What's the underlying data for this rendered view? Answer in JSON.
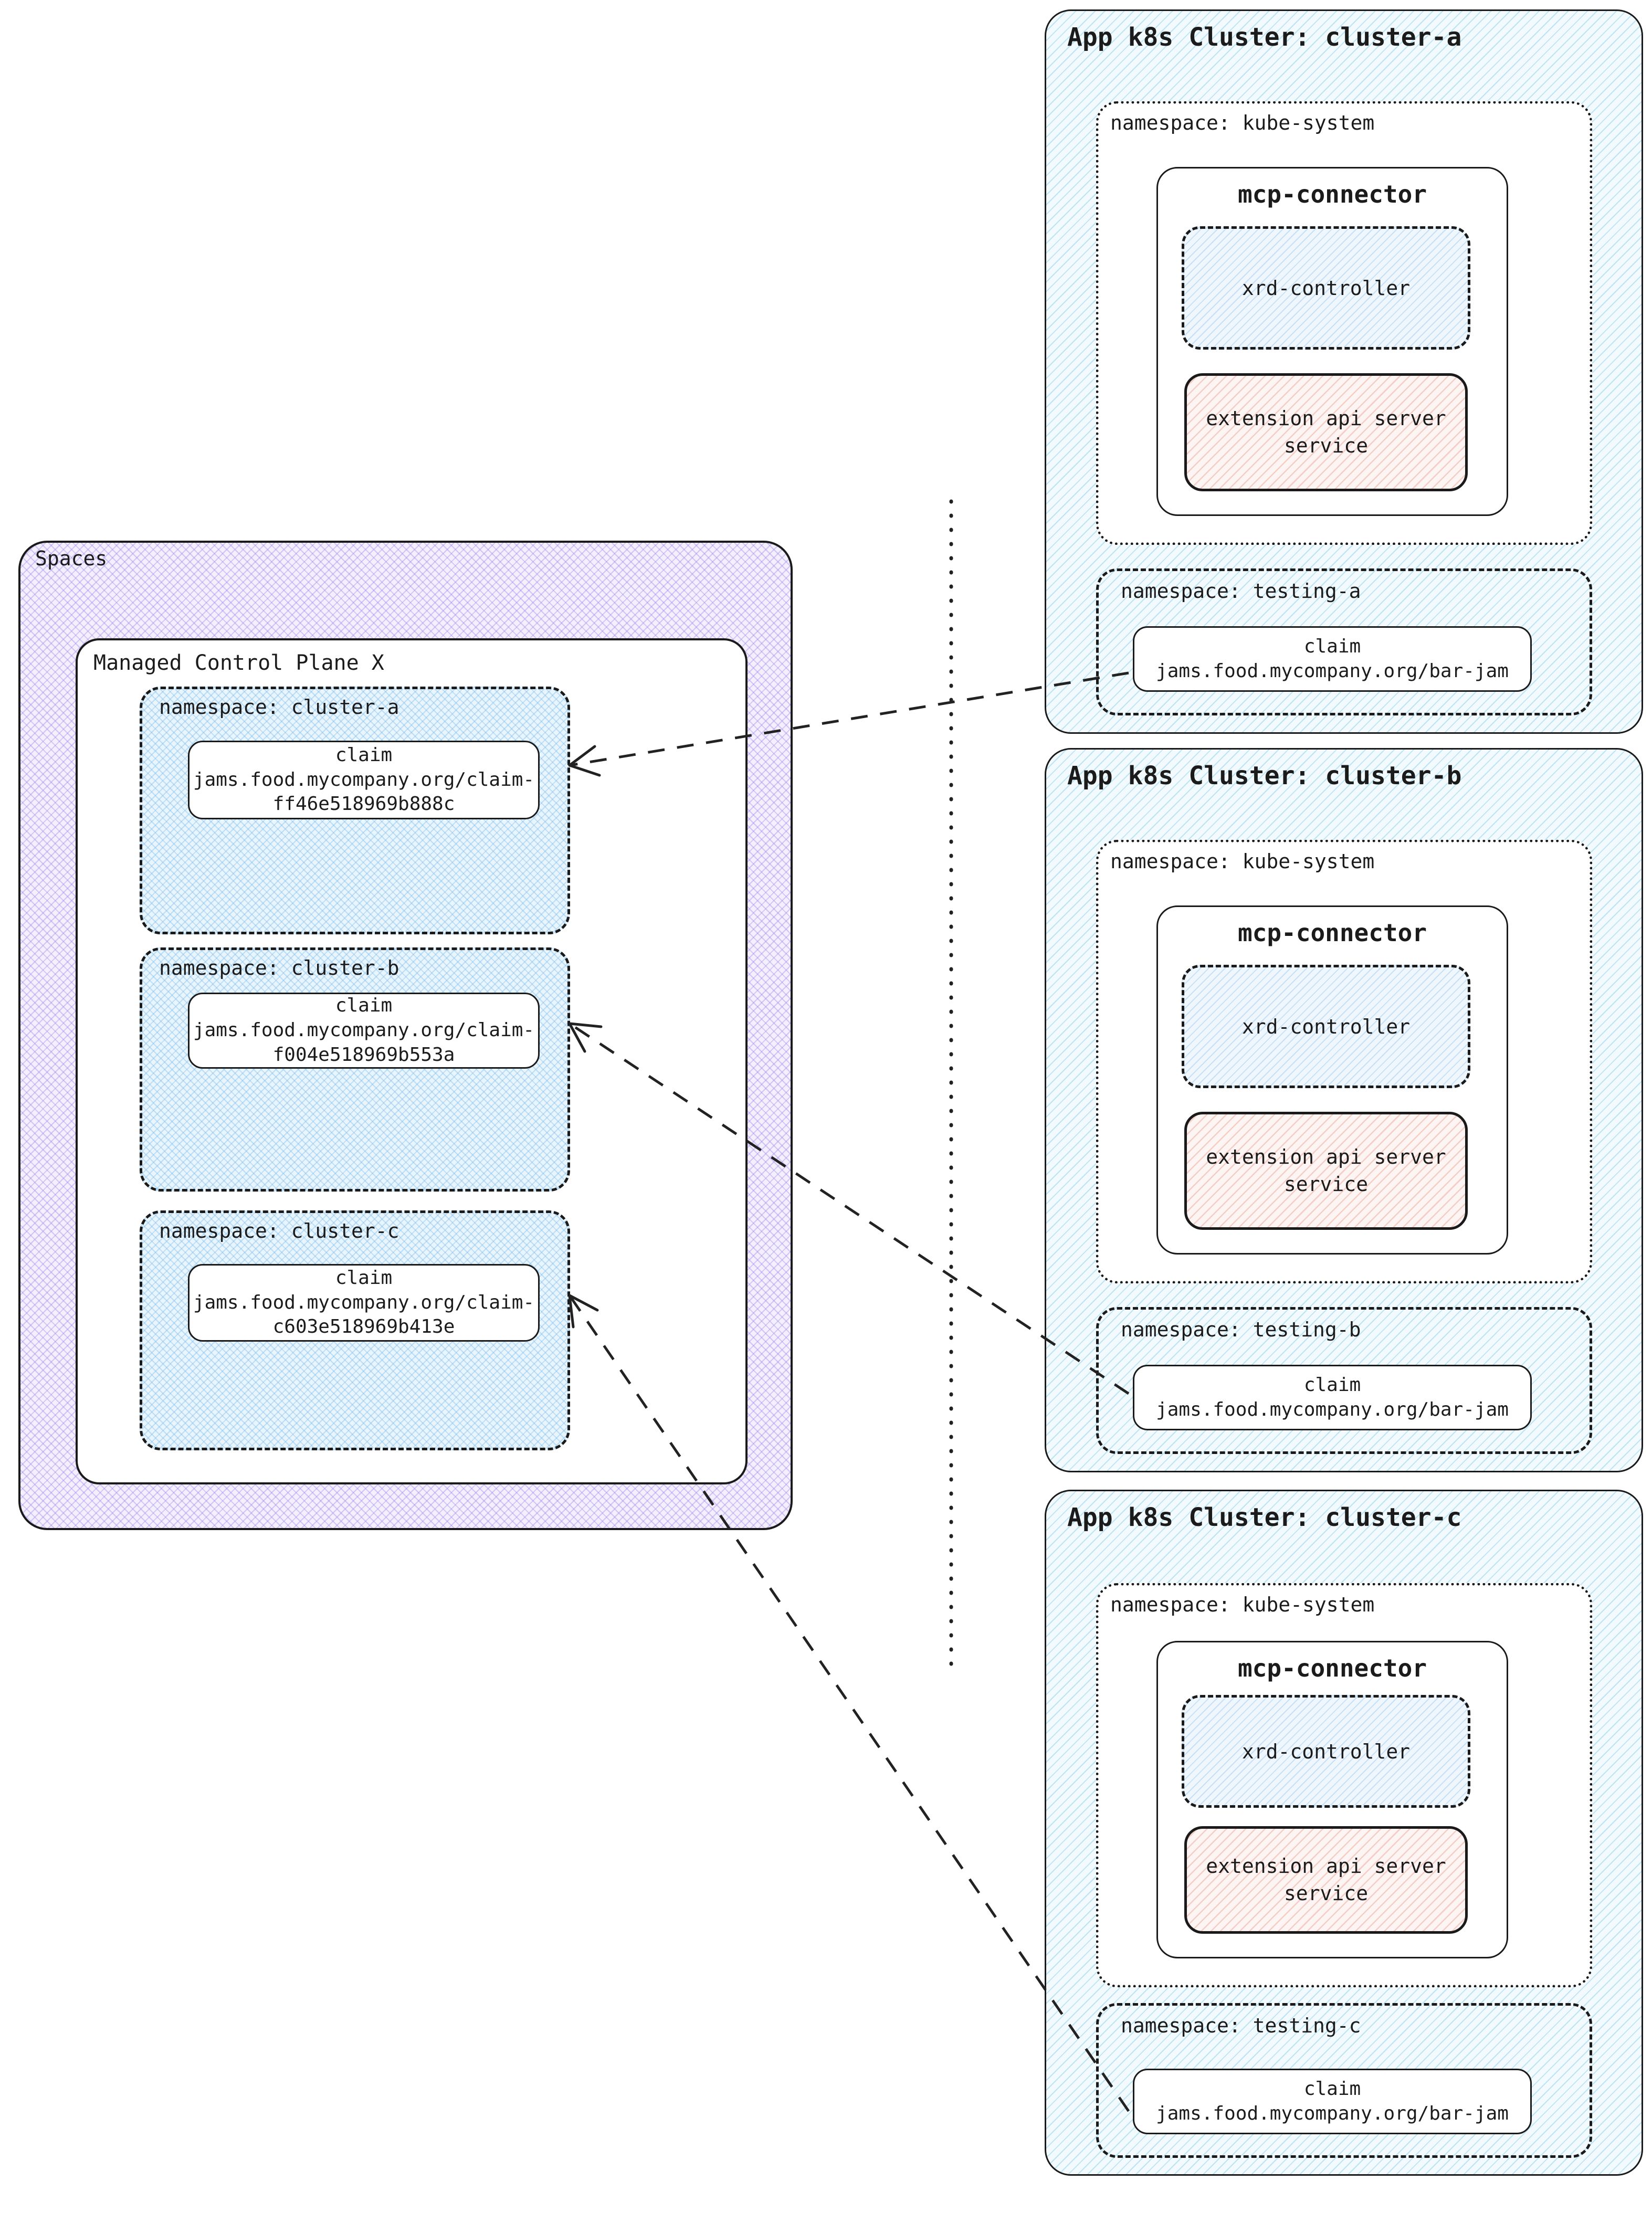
{
  "spaces": {
    "label": "Spaces",
    "control_plane": {
      "title": "Managed Control Plane X",
      "namespaces": [
        {
          "label": "namespace: cluster-a",
          "claim": {
            "title": "claim",
            "line1": "jams.food.mycompany.org/claim-",
            "line2": "ff46e518969b888c"
          }
        },
        {
          "label": "namespace: cluster-b",
          "claim": {
            "title": "claim",
            "line1": "jams.food.mycompany.org/claim-",
            "line2": "f004e518969b553a"
          }
        },
        {
          "label": "namespace: cluster-c",
          "claim": {
            "title": "claim",
            "line1": "jams.food.mycompany.org/claim-",
            "line2": "c603e518969b413e"
          }
        }
      ]
    }
  },
  "clusters": [
    {
      "title": "App k8s Cluster: cluster-a",
      "kube_namespace": "namespace: kube-system",
      "connector": "mcp-connector",
      "controller": "xrd-controller",
      "ext_api_line1": "extension api server",
      "ext_api_line2": "service",
      "testing_namespace": "namespace: testing-a",
      "claim": {
        "title": "claim",
        "line1": "jams.food.mycompany.org/bar-jam"
      }
    },
    {
      "title": "App k8s Cluster: cluster-b",
      "kube_namespace": "namespace: kube-system",
      "connector": "mcp-connector",
      "controller": "xrd-controller",
      "ext_api_line1": "extension api server",
      "ext_api_line2": "service",
      "testing_namespace": "namespace: testing-b",
      "claim": {
        "title": "claim",
        "line1": "jams.food.mycompany.org/bar-jam"
      }
    },
    {
      "title": "App k8s Cluster: cluster-c",
      "kube_namespace": "namespace: kube-system",
      "connector": "mcp-connector",
      "controller": "xrd-controller",
      "ext_api_line1": "extension api server",
      "ext_api_line2": "service",
      "testing_namespace": "namespace: testing-c",
      "claim": {
        "title": "claim",
        "line1": "jams.food.mycompany.org/bar-jam"
      }
    }
  ],
  "colors": {
    "spaces_hatch": "#9680eb",
    "namespace_hatch": "#78b9eb",
    "cluster_hatch": "#6ec3e1",
    "controller_hatch": "#78b4eb",
    "ext_api_hatch": "#e68c7d",
    "ink": "#1a1a1a"
  }
}
